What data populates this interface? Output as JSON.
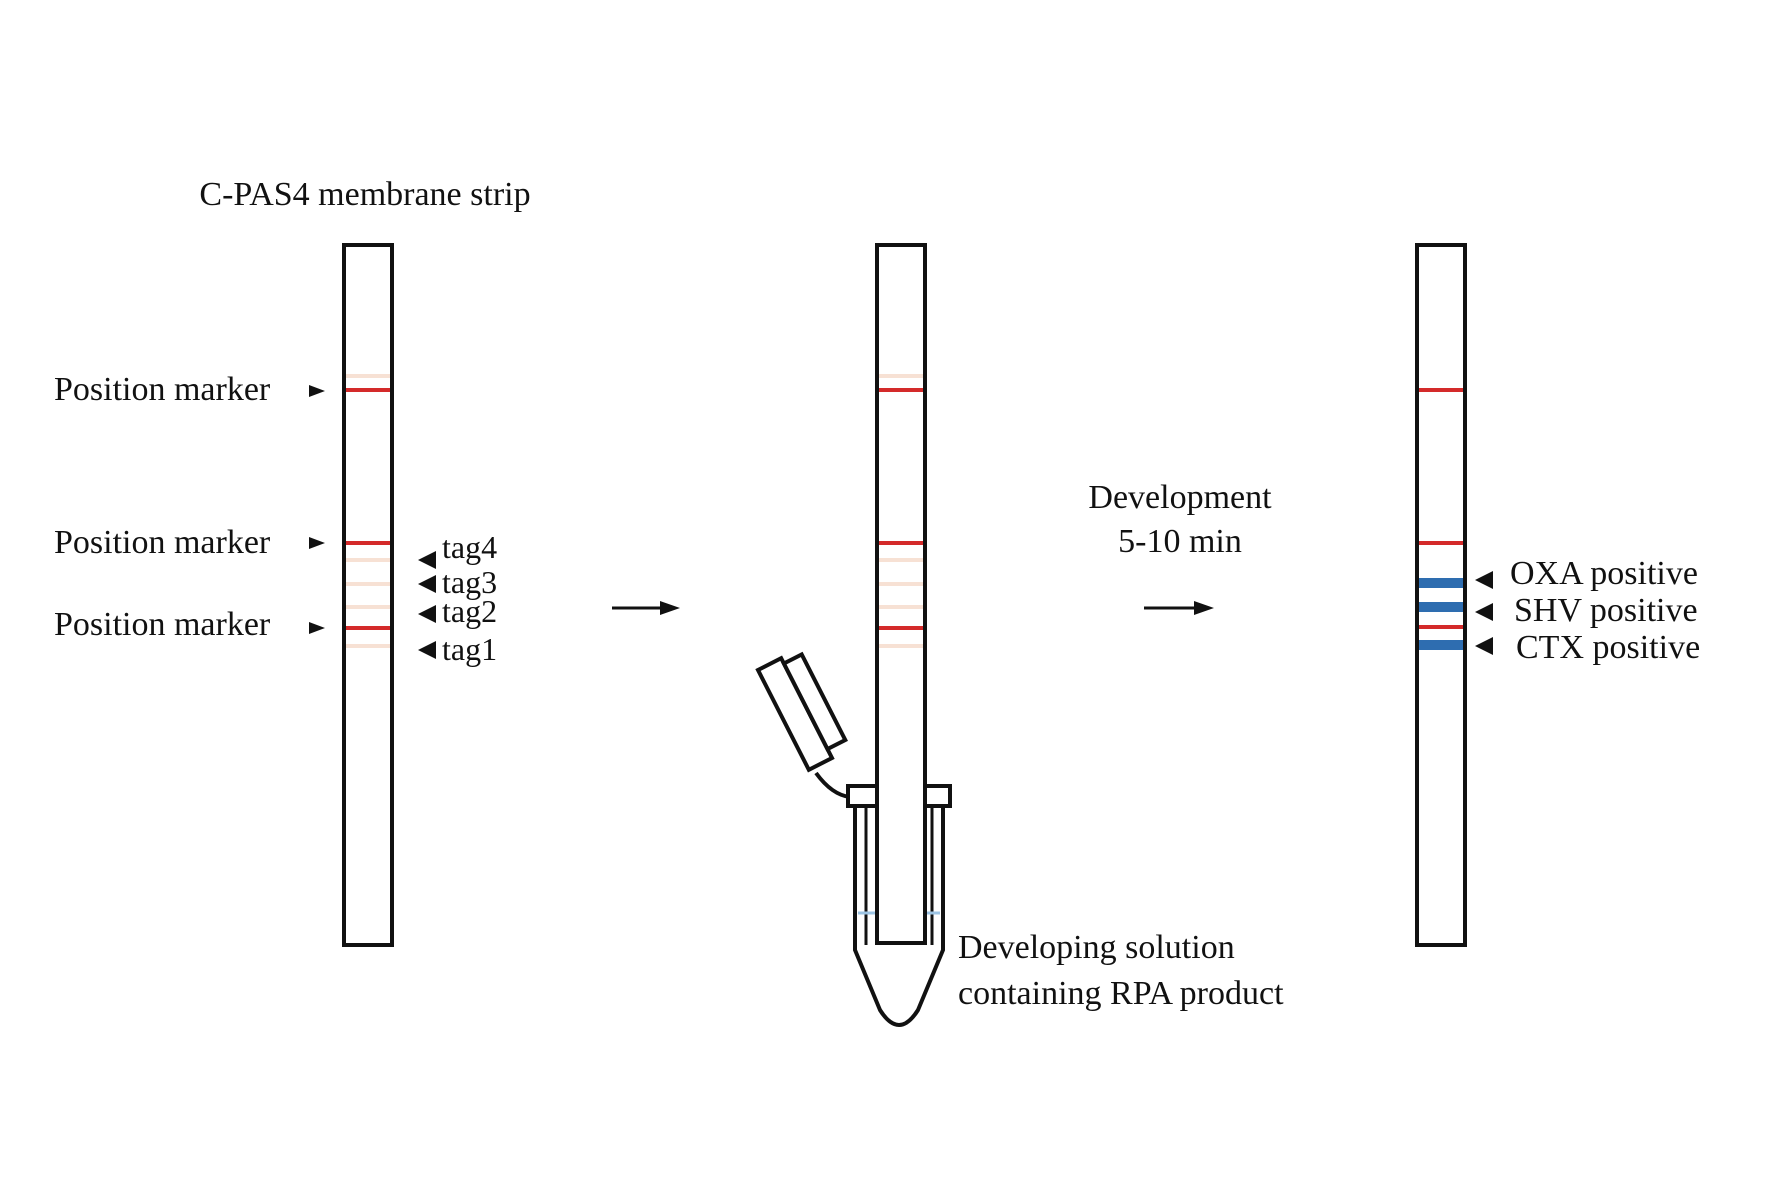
{
  "title": "C-PAS4 membrane strip",
  "left_labels": {
    "marker_top": "Position marker",
    "marker_mid": "Position marker",
    "marker_low": "Position marker"
  },
  "tags": {
    "tag4": "tag4",
    "tag3": "tag3",
    "tag2": "tag2",
    "tag1": "tag1"
  },
  "development": {
    "line1": "Development",
    "line2": "5-10 min"
  },
  "solution": {
    "line1": "Developing solution",
    "line2": "containing RPA product"
  },
  "results": {
    "oxa": "OXA positive",
    "shv": "SHV positive",
    "ctx": "CTX positive"
  },
  "colors": {
    "marker_red": "#d42a2a",
    "tag_faint": "#f7e1d4",
    "positive_blue": "#2e6db0",
    "solution_line": "#9cc4e4",
    "outline": "#111111"
  }
}
